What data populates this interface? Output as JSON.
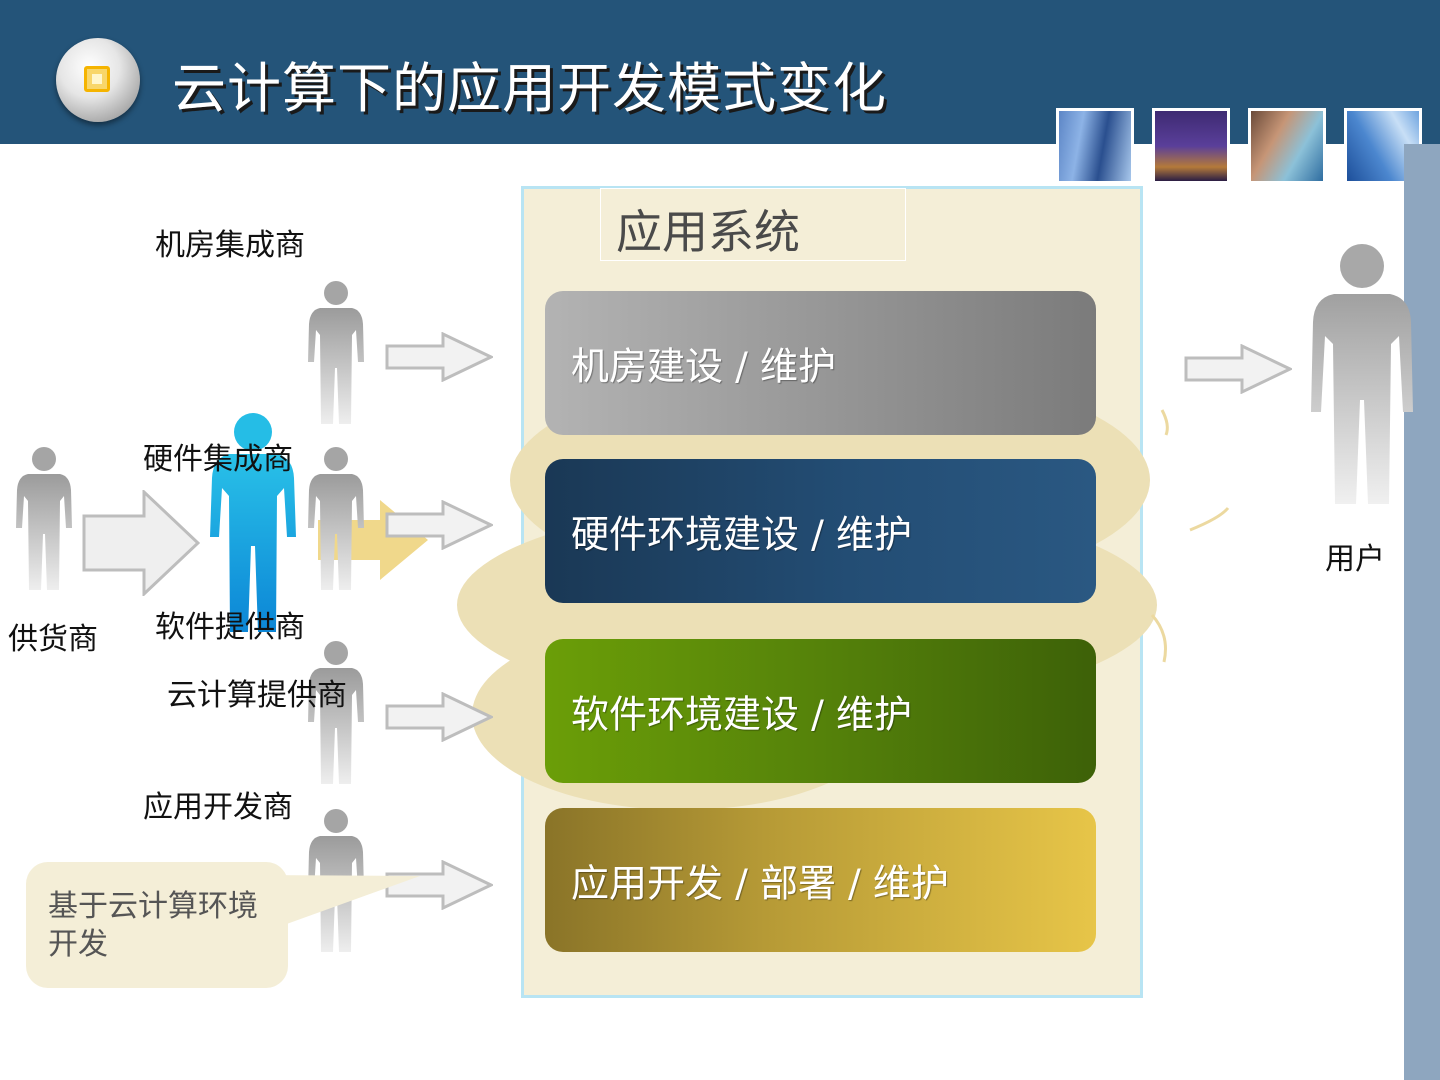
{
  "header": {
    "title": "云计算下的应用开发模式变化",
    "background_color": "#245479",
    "logo_icon": "square-in-circle-icon",
    "thumbnails": [
      "building-photo",
      "city-night-photo",
      "phone-call-photo",
      "skyscraper-photo"
    ]
  },
  "panel": {
    "title": "应用系统",
    "background_color": "#f4eed7",
    "border_color": "#b8e4f3"
  },
  "layers": [
    {
      "label": "机房建设 / 维护",
      "color": "#9a9a9a"
    },
    {
      "label": "硬件环境建设 / 维护",
      "color": "#234d74"
    },
    {
      "label": "软件环境建设 / 维护",
      "color": "#55820a"
    },
    {
      "label": "应用开发 / 部署 / 维护",
      "color": "#c6a83d"
    }
  ],
  "actors": {
    "room_integrator": "机房集成商",
    "hardware_integrator": "硬件集成商",
    "software_provider": "软件提供商",
    "cloud_provider": "云计算提供商",
    "app_developer": "应用开发商",
    "supplier": "供货商",
    "user": "用户"
  },
  "callout": {
    "text": "基于云计算环境开发"
  },
  "highlight_color": "#14a3d9",
  "cloud_color": "#ece0b6"
}
